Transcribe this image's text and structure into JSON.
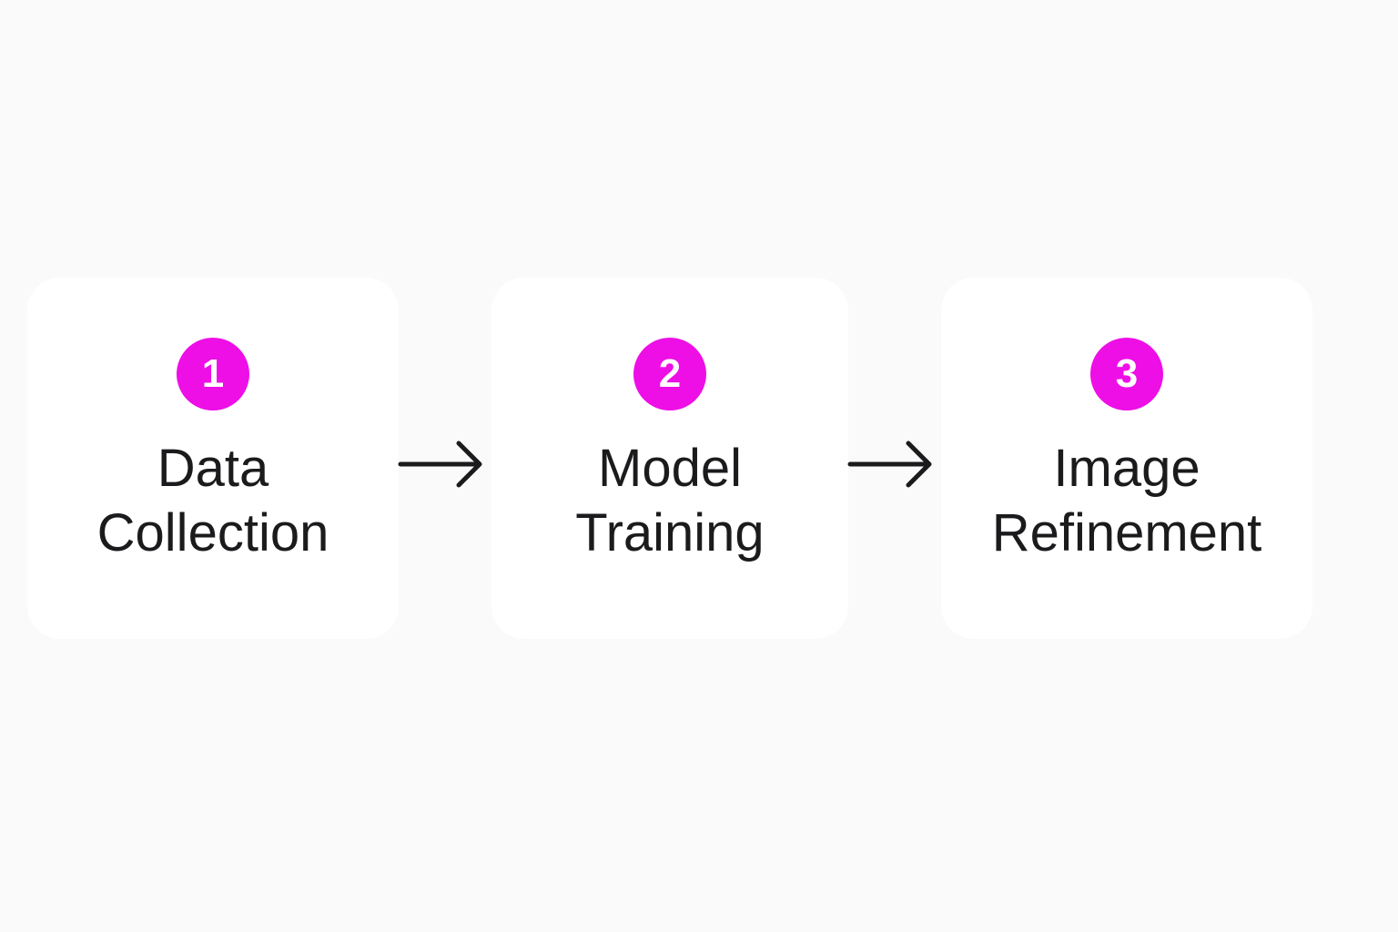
{
  "colors": {
    "background": "#fafafa",
    "card": "#ffffff",
    "badge": "#ee0ee6",
    "badge_text": "#ffffff",
    "text": "#1b1b1d",
    "arrow": "#1b1b1d"
  },
  "steps": [
    {
      "number": "1",
      "line1": "Data",
      "line2": "Collection"
    },
    {
      "number": "2",
      "line1": "Model",
      "line2": "Training"
    },
    {
      "number": "3",
      "line1": "Image",
      "line2": "Refinement"
    }
  ],
  "connectors": [
    {
      "icon": "arrow-right-icon",
      "from": "1",
      "to": "2"
    },
    {
      "icon": "arrow-right-icon",
      "from": "2",
      "to": "3"
    }
  ]
}
